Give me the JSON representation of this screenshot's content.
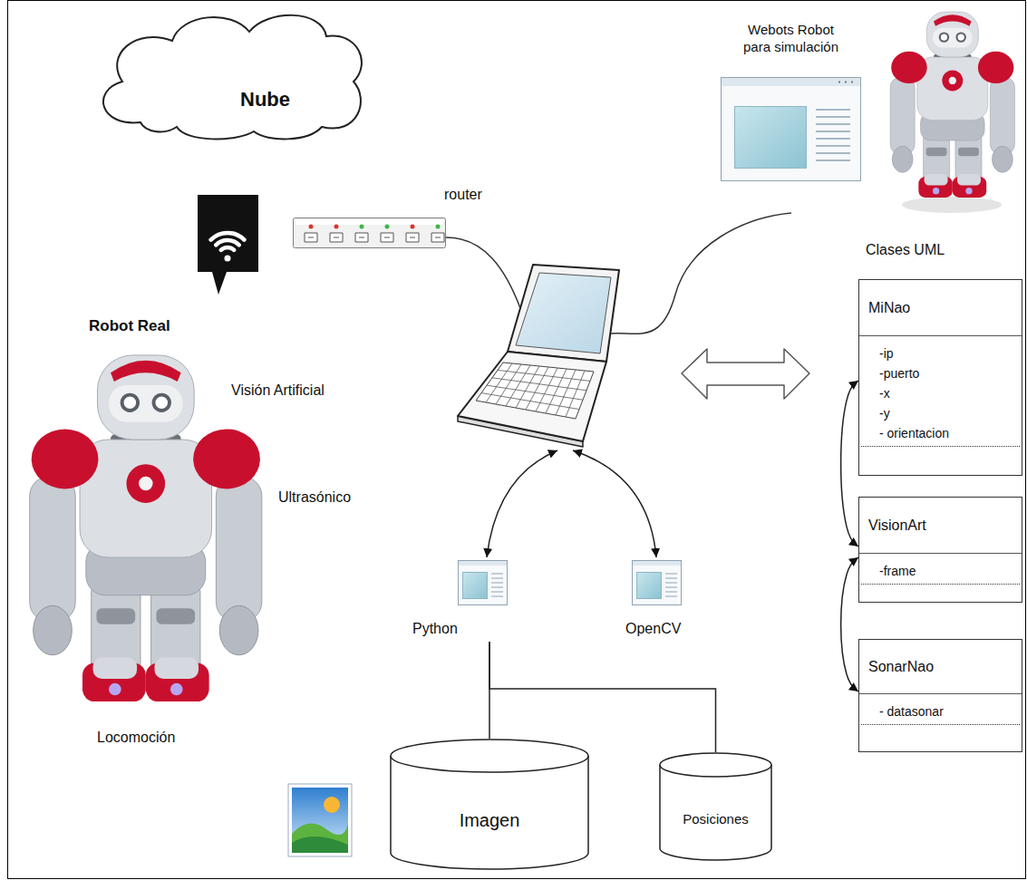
{
  "diagram": {
    "nodes": [
      {
        "text": [
          "Nube"
        ]
      },
      {
        "text": [
          "Webots Robot para simulación"
        ]
      },
      {
        "text": [
          "MiNao",
          "-ip",
          "-puerto",
          "-x",
          "-y",
          "- orientacion"
        ]
      },
      {
        "text": [
          "VisionArt",
          "-frame"
        ]
      },
      {
        "text": [
          "SonarNao",
          "- datasonar"
        ]
      },
      {
        "text": [
          "Python"
        ]
      },
      {
        "text": [
          "OpenCV"
        ]
      },
      {
        "text": [
          "Imagen"
        ]
      },
      {
        "text": [
          "Posiciones"
        ]
      }
    ],
    "edges": [
      {
        "from": 2,
        "to": 3,
        "arrow": "both"
      },
      {
        "from": 3,
        "to": 4,
        "arrow": "both"
      },
      {
        "from": 5,
        "to": 7,
        "arrow": "none"
      },
      {
        "from": 5,
        "to": 8,
        "arrow": "none"
      }
    ],
    "labels": [
      "router",
      "Robot Real",
      "Visión Artificial",
      "Ultrasónico",
      "Locomoción",
      "Clases UML"
    ]
  }
}
